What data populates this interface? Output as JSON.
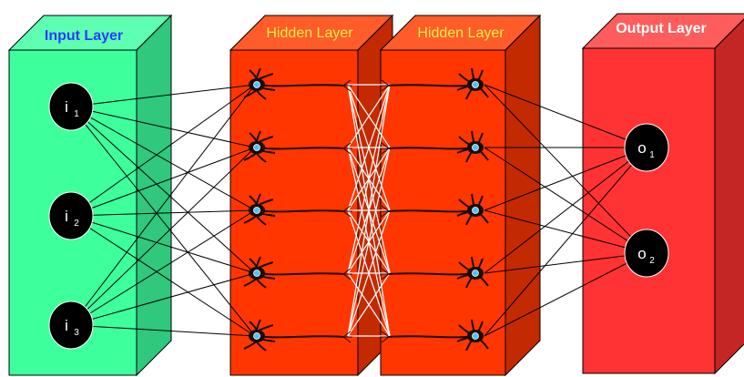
{
  "layers": {
    "input": {
      "title": "Input Layer",
      "title_color": "#2a3cff",
      "front": "#3dff9c",
      "side": "#2fc87c",
      "top": "#5effb0"
    },
    "hidden1": {
      "title": "Hidden Layer",
      "title_color": "#ffee44",
      "front": "#ff3600",
      "side": "#c42a00",
      "top": "#ff5c2a"
    },
    "hidden2": {
      "title": "Hidden Layer",
      "title_color": "#ffee44",
      "front": "#ff3600",
      "side": "#c42a00",
      "top": "#ff5c2a"
    },
    "output": {
      "title": "Output Layer",
      "title_color": "#ffffff",
      "front": "#ff3333",
      "side": "#c42626",
      "top": "#ff5c5c"
    }
  },
  "input_nodes": [
    {
      "letter": "i",
      "sub": "1"
    },
    {
      "letter": "i",
      "sub": "2"
    },
    {
      "letter": "i",
      "sub": "3"
    }
  ],
  "output_nodes": [
    {
      "letter": "o",
      "sub": "1"
    },
    {
      "letter": "o",
      "sub": "2"
    }
  ],
  "hidden_neurons_per_layer": 5,
  "neuron_icon": "neuron-cell-icon",
  "colors": {
    "node_fill": "#000000",
    "connection": "#000000",
    "inter_hidden_connection": "#ffffff",
    "neuron_body": "#1a0a05",
    "neuron_nucleus": "#4fc3f7",
    "outline": "#000000"
  }
}
